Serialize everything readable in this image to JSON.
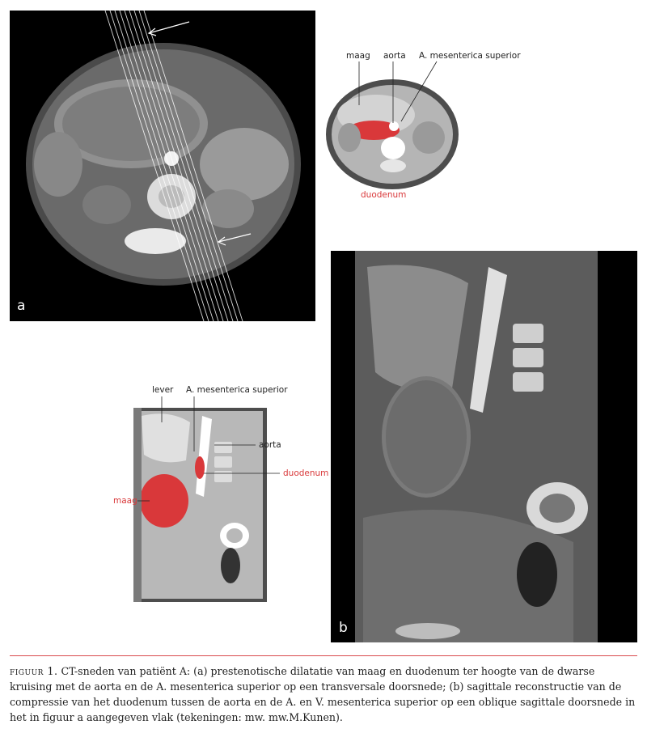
{
  "panel_a": {
    "letter": "a"
  },
  "panel_b": {
    "letter": "b"
  },
  "drawing_axial": {
    "labels": {
      "maag": "maag",
      "aorta": "aorta",
      "sma": "A. mesenterica superior",
      "duodenum": "duodenum"
    }
  },
  "drawing_sagittal": {
    "labels": {
      "lever": "lever",
      "sma": "A. mesenterica superior",
      "aorta": "aorta",
      "duodenum": "duodenum",
      "maag": "maag"
    }
  },
  "caption": {
    "figure_label": "figuur 1.",
    "text": " CT-sneden van patiënt A: (a) prestenotische dilatatie van maag en duodenum ter hoogte van de dwarse kruising met de aorta en de A. mesenterica superior op een transversale doorsnede; (b) sagittale reconstructie van de compressie van het duodenum tussen de aorta en de A. en V. mesenterica superior op een oblique sagittale doorsnede in het in figuur a aangegeven vlak (tekeningen: mw. mw.M.Kunen)."
  },
  "colors": {
    "accent_red": "#d9383a",
    "rule": "#d94a4e"
  }
}
